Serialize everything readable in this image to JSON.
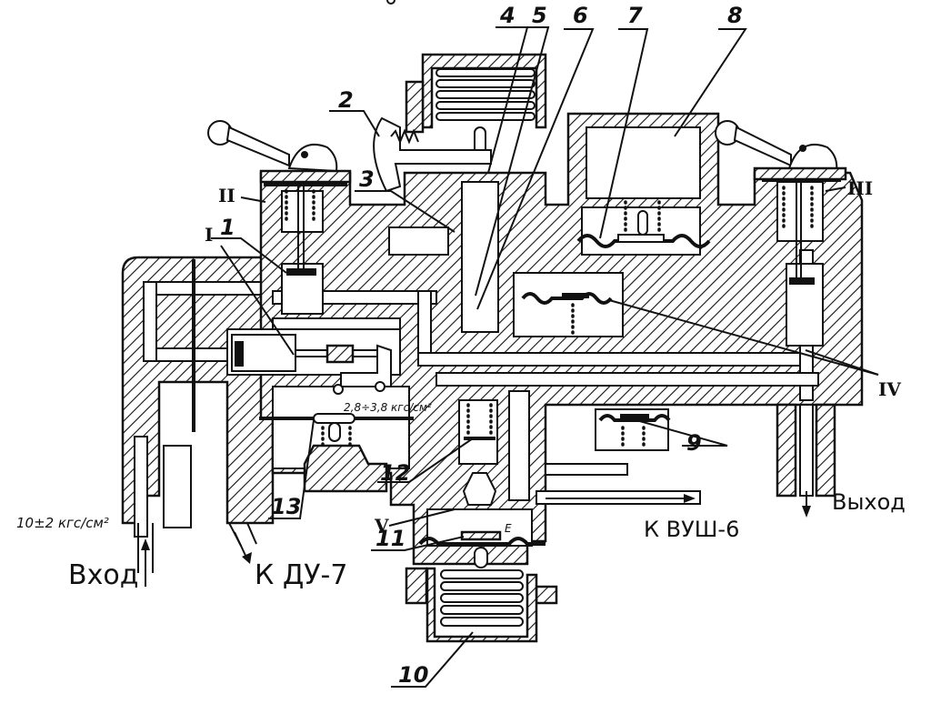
{
  "figure": {
    "title": "Pneumatic pressure reducing valve assembly — cross section",
    "part_labels": [
      "1",
      "2",
      "3",
      "4",
      "5",
      "6",
      "7",
      "8",
      "9",
      "10",
      "11",
      "12",
      "13"
    ],
    "cavity_labels": [
      "I",
      "II",
      "III",
      "IV",
      "V"
    ],
    "small_label_e": "E",
    "inlet": {
      "label": "Вход",
      "pressure": "10±2 кгс/см²"
    },
    "outlet": {
      "label": "Выход"
    },
    "port_du7": "К ДУ-7",
    "port_vush6": "К ВУШ-6",
    "setting_range": "2,8÷3,8 кгс/см²"
  }
}
